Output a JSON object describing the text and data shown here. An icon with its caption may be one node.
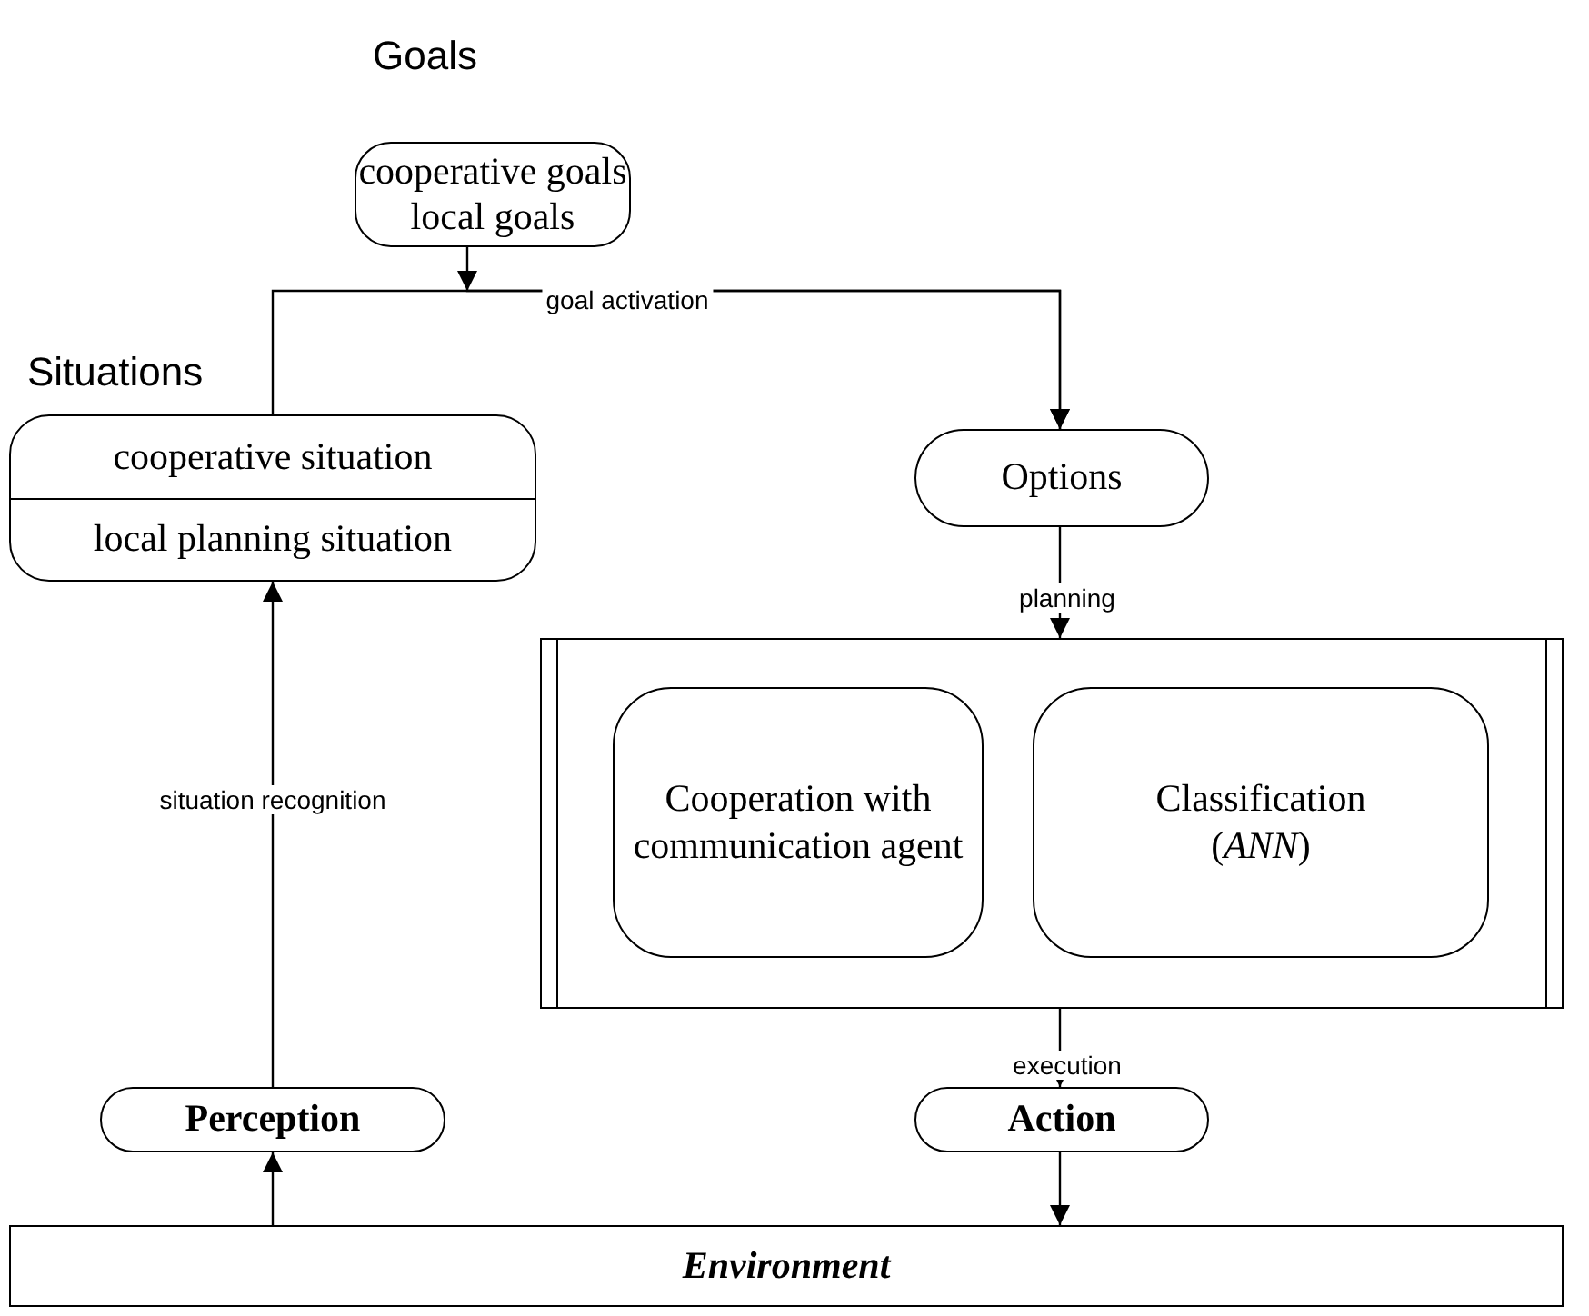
{
  "diagram": {
    "nodes": [
      {
        "text": [
          "Goals",
          "cooperative goals",
          "local goals"
        ]
      },
      {
        "text": [
          "Situations",
          "cooperative situation",
          "local planning situation"
        ]
      },
      {
        "text": [
          "Options"
        ]
      },
      {
        "text": [],
        "shape": "box"
      },
      {
        "text": [
          "Cooperation with communication agent"
        ],
        "in": 3
      },
      {
        "text": [
          "Classification (*ANN*)"
        ],
        "in": 3
      },
      {
        "text": [
          "Perception"
        ]
      },
      {
        "text": [
          "Action"
        ]
      },
      {
        "text": [
          "Environment"
        ]
      }
    ],
    "edges": [
      {
        "from": 0,
        "to": 2,
        "arrow": "to",
        "label": "goal activation"
      },
      {
        "from": 1,
        "to": 2,
        "arrow": "to"
      },
      {
        "from": 2,
        "to": 3,
        "arrow": "to",
        "label": "planning"
      },
      {
        "from": 3,
        "to": 7,
        "arrow": "to",
        "label": "execution"
      },
      {
        "from": 7,
        "to": 8,
        "arrow": "to"
      },
      {
        "from": 8,
        "to": 6,
        "arrow": "to"
      },
      {
        "from": 6,
        "to": 1,
        "arrow": "to",
        "label": "situation recognition"
      }
    ]
  }
}
